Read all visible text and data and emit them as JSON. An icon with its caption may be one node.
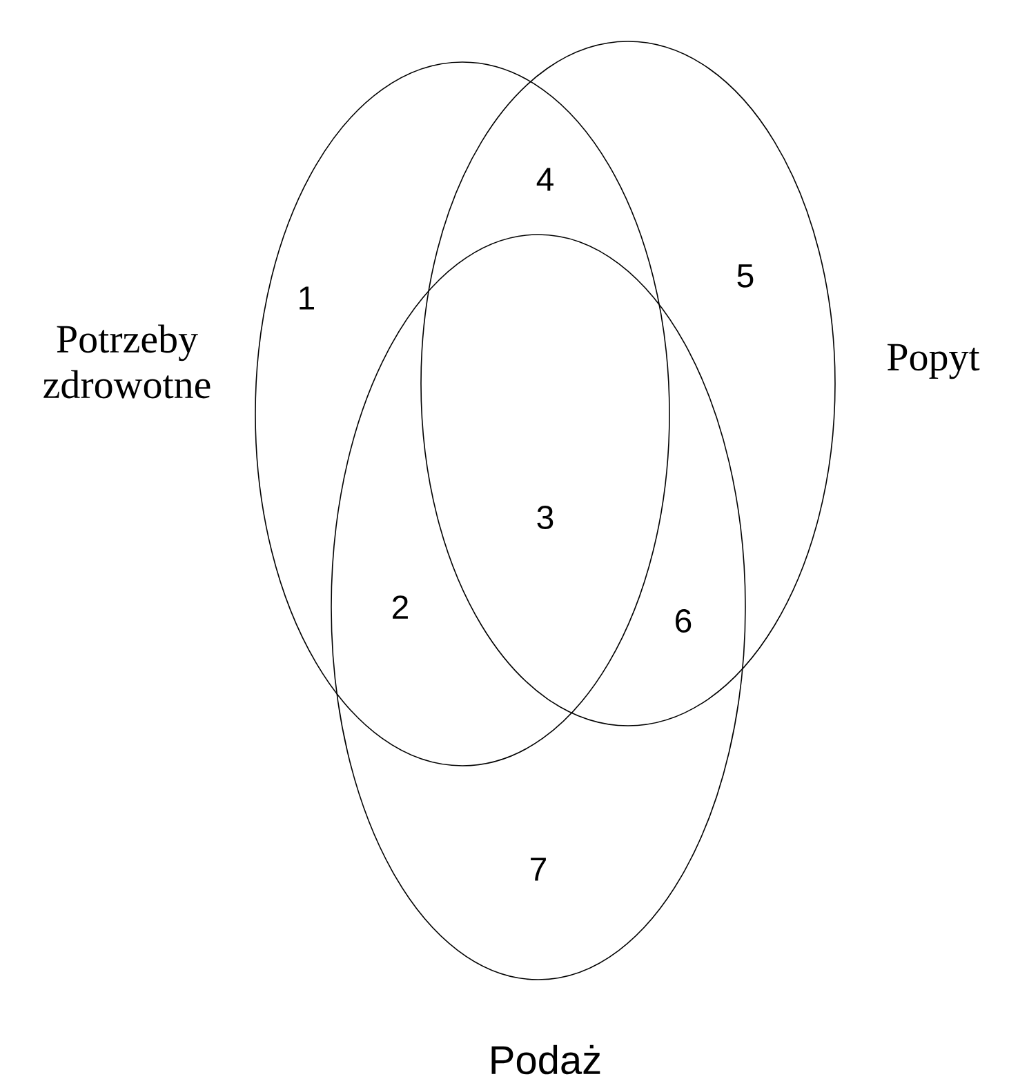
{
  "diagram": {
    "nodes": [
      {
        "text": [
          "Potrzeby zdrowotne"
        ]
      },
      {
        "text": [
          "Popyt"
        ]
      },
      {
        "text": [
          "Podaż"
        ]
      }
    ],
    "labels": [
      "4",
      "5",
      "1",
      "3",
      "2",
      "6",
      "7"
    ]
  }
}
